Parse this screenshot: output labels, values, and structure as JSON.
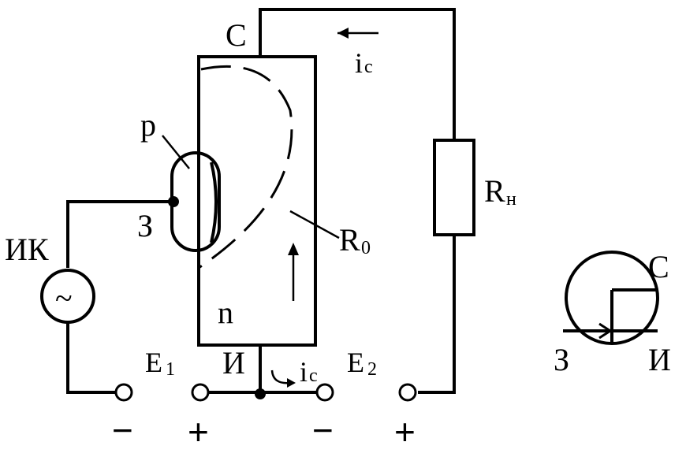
{
  "labels": {
    "collector": "С",
    "current_top": "i",
    "current_top_sub": "c",
    "p_region": "p",
    "gate": "З",
    "source_ik": "ИК",
    "n_region": "n",
    "r0": "R",
    "r0_sub": "0",
    "rload": "R",
    "rload_sub": "н",
    "e1": "E",
    "e1_sub": "1",
    "e2": "E",
    "e2_sub": "2",
    "emitter": "И",
    "current_bottom": "i",
    "current_bottom_sub": "c",
    "minus1": "−",
    "plus1": "+",
    "minus2": "−",
    "plus2": "+",
    "sym_c": "С",
    "sym_z": "З",
    "sym_i": "И",
    "tilde": "~"
  }
}
